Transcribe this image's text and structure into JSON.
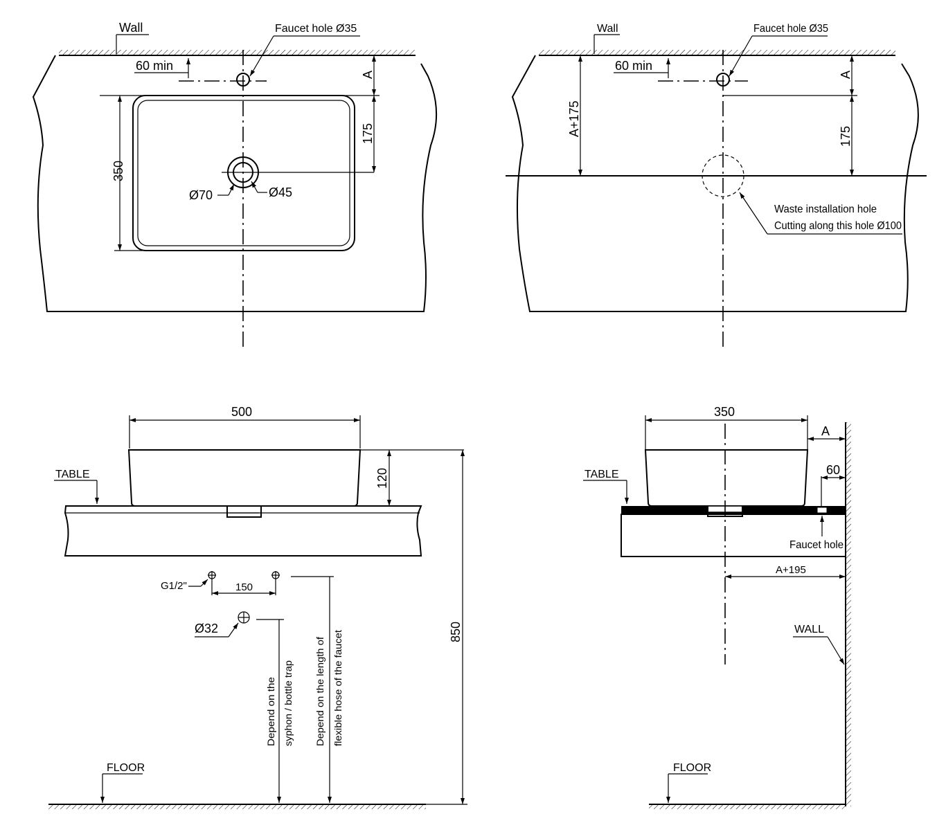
{
  "views": {
    "top_left": {
      "wall": "Wall",
      "faucet_hole": "Faucet hole Ø35",
      "min_60": "60 min",
      "dim_a": "A",
      "dim_175": "175",
      "dim_350": "350",
      "d70": "Ø70",
      "d45": "Ø45"
    },
    "top_right": {
      "wall": "Wall",
      "faucet_hole": "Faucet hole Ø35",
      "min_60": "60 min",
      "dim_a175": "A+175",
      "dim_a": "A",
      "dim_175": "175",
      "waste_line1": "Waste installation hole",
      "waste_line2": "Cutting along this hole Ø100"
    },
    "bottom_left": {
      "dim_500": "500",
      "dim_120": "120",
      "table": "TABLE",
      "g12": "G1/2\"",
      "dim_150": "150",
      "d32": "Ø32",
      "dim_850": "850",
      "syphon_line1": "Depend on the",
      "syphon_line2": "syphon / bottle trap",
      "hose_line1": "Depend on the length of",
      "hose_line2": "flexible hose of the faucet",
      "floor": "FLOOR"
    },
    "bottom_right": {
      "dim_350": "350",
      "dim_a": "A",
      "table": "TABLE",
      "dim_60": "60",
      "faucet_hole": "Faucet hole",
      "dim_a195": "A+195",
      "wall": "WALL",
      "floor": "FLOOR"
    }
  }
}
